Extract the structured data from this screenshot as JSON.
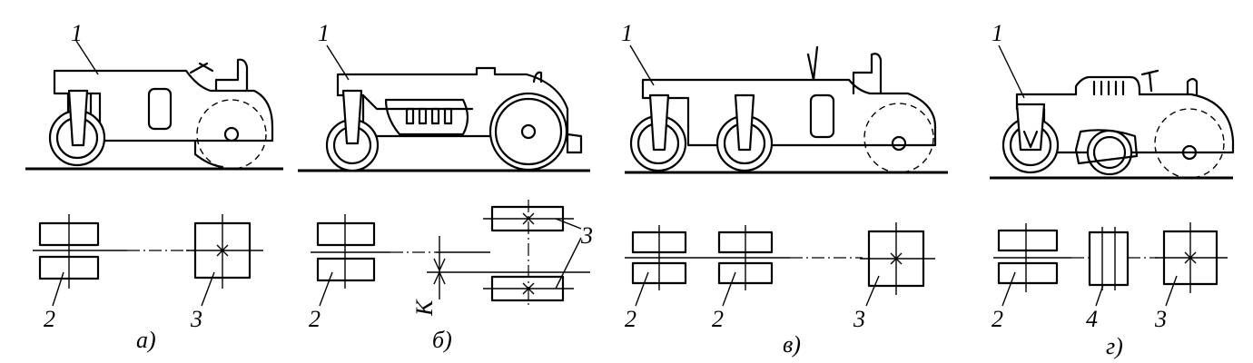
{
  "labels": {
    "machine_number": "1",
    "front_roller": "2",
    "rear_roller": "3",
    "middle_roller": "4",
    "offset": "K"
  },
  "variants": [
    {
      "caption": "а)"
    },
    {
      "caption": "б)"
    },
    {
      "caption": "в)"
    },
    {
      "caption": "г)"
    }
  ]
}
